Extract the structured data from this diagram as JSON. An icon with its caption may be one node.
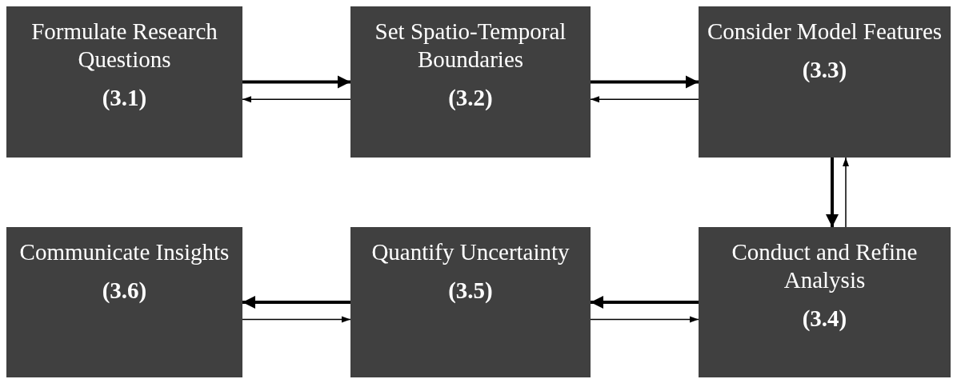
{
  "diagram": {
    "nodes": [
      {
        "text": [
          "Formulate Research Questions",
          "(3.1)"
        ]
      },
      {
        "text": [
          "Set Spatio-Temporal Boundaries",
          "(3.2)"
        ]
      },
      {
        "text": [
          "Consider Model Features",
          "(3.3)"
        ]
      },
      {
        "text": [
          "Conduct and Refine Analysis",
          "(3.4)"
        ]
      },
      {
        "text": [
          "Quantify Uncertainty",
          "(3.5)"
        ]
      },
      {
        "text": [
          "Communicate Insights",
          "(3.6)"
        ]
      }
    ],
    "edges": [
      {
        "from": 0,
        "to": 1,
        "arrow": "to",
        "style": "thick"
      },
      {
        "from": 1,
        "to": 0,
        "arrow": "to"
      },
      {
        "from": 1,
        "to": 2,
        "arrow": "to",
        "style": "thick"
      },
      {
        "from": 2,
        "to": 1,
        "arrow": "to"
      },
      {
        "from": 2,
        "to": 3,
        "arrow": "to",
        "style": "thick"
      },
      {
        "from": 3,
        "to": 2,
        "arrow": "to"
      },
      {
        "from": 3,
        "to": 4,
        "arrow": "to",
        "style": "thick"
      },
      {
        "from": 4,
        "to": 3,
        "arrow": "to"
      },
      {
        "from": 4,
        "to": 5,
        "arrow": "to",
        "style": "thick"
      },
      {
        "from": 5,
        "to": 4,
        "arrow": "to"
      }
    ]
  }
}
